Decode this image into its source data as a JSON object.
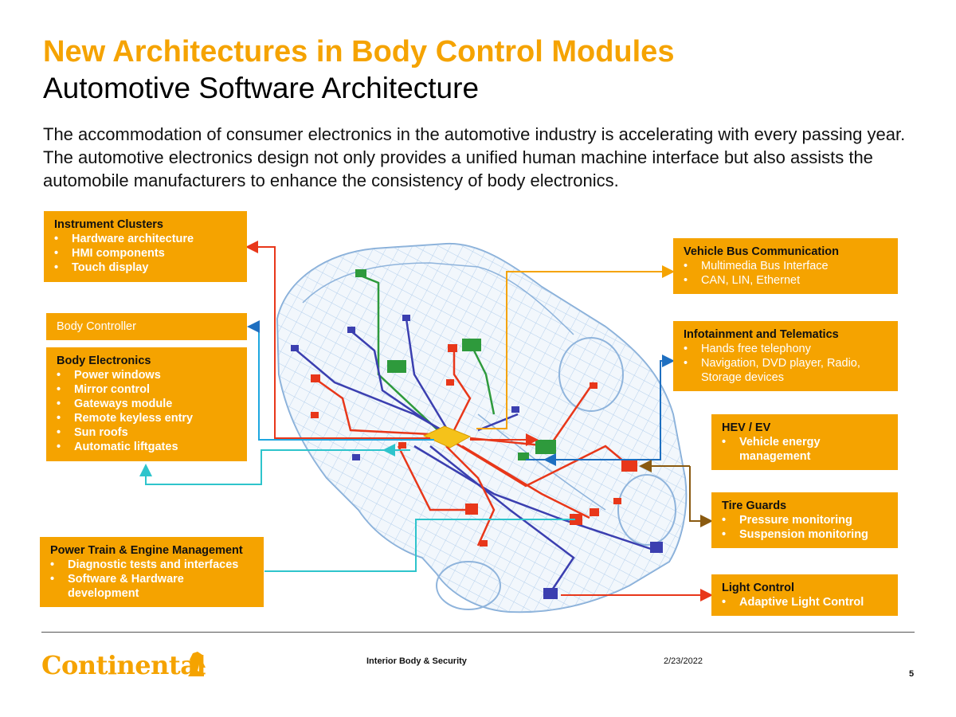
{
  "header": {
    "title": "New Architectures in Body Control Modules",
    "subtitle": "Automotive Software Architecture"
  },
  "intro": "The accommodation of consumer electronics in the automotive industry is accelerating with every passing year. The automotive electronics design not only provides a unified human machine interface but also assists the automobile manufacturers to enhance the consistency of body electronics.",
  "boxes": {
    "instrument_clusters": {
      "title": "Instrument Clusters",
      "items": [
        "Hardware architecture",
        "HMI components",
        "Touch display"
      ]
    },
    "body_controller": {
      "title": "Body Controller"
    },
    "body_electronics": {
      "title": "Body Electronics",
      "items": [
        "Power windows",
        "Mirror control",
        "Gateways module",
        "Remote keyless entry",
        "Sun roofs",
        "Automatic liftgates"
      ]
    },
    "power_train": {
      "title": "Power Train & Engine Management",
      "items": [
        "Diagnostic tests and interfaces",
        "Software & Hardware development"
      ]
    },
    "vehicle_bus": {
      "title": "Vehicle Bus Communication",
      "items": [
        "Multimedia Bus Interface",
        "CAN, LIN, Ethernet"
      ]
    },
    "infotainment": {
      "title": "Infotainment and Telematics",
      "items": [
        "Hands free telephony",
        "Navigation, DVD player, Radio, Storage devices"
      ]
    },
    "hev_ev": {
      "title": "HEV / EV",
      "items": [
        "Vehicle energy management"
      ]
    },
    "tire_guards": {
      "title": "Tire Guards",
      "items": [
        "Pressure monitoring",
        "Suspension monitoring"
      ]
    },
    "light_control": {
      "title": "Light Control",
      "items": [
        "Adaptive Light Control"
      ]
    }
  },
  "colors": {
    "accent": "#f5a300",
    "wire_red": "#e8371a",
    "wire_blue": "#1e6fc0",
    "wire_cyan": "#2ec4cc",
    "wire_green": "#2e9a3c",
    "wire_navy": "#3b3fb0",
    "wire_brown": "#8a5a10",
    "wire_orange": "#f5a300"
  },
  "footer": {
    "logo": "Continental",
    "center": "Interior Body & Security",
    "date": "2/23/2022",
    "page": "5"
  }
}
